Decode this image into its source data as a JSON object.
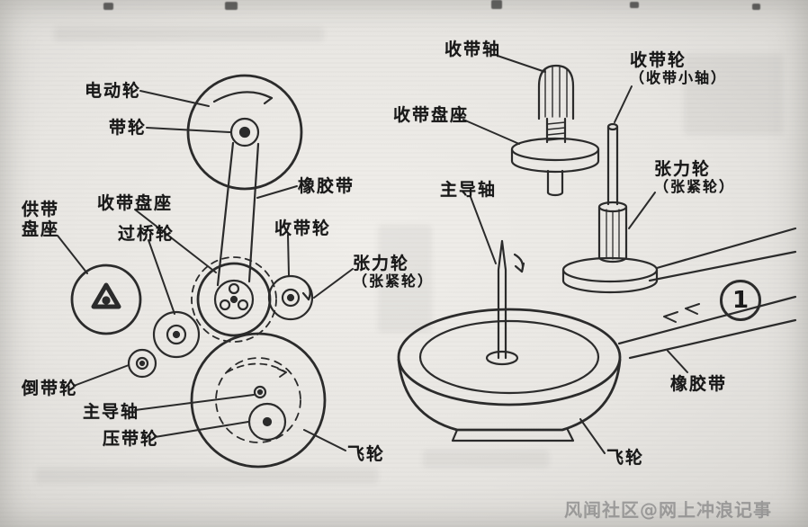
{
  "figure": {
    "number_badge": "1",
    "watermark": "风闻社区@网上冲浪记事"
  },
  "left_diagram": {
    "labels": {
      "motor_wheel": "电动轮",
      "belt_pulley": "带轮",
      "rubber_belt": "橡胶带",
      "supply_reel_seat_line1": "供带",
      "supply_reel_seat_line2": "盘座",
      "takeup_reel_seat": "收带盘座",
      "bridge_wheel": "过桥轮",
      "takeup_wheel": "收带轮",
      "tension_wheel_line1": "张力轮",
      "tension_wheel_line2": "（张紧轮）",
      "rewind_wheel": "倒带轮",
      "capstan": "主导轴",
      "pinch_roller": "压带轮",
      "flywheel": "飞轮"
    }
  },
  "right_diagram": {
    "labels": {
      "takeup_shaft": "收带轴",
      "takeup_reel_seat": "收带盘座",
      "takeup_wheel_line1": "收带轮",
      "takeup_wheel_line2": "（收带小轴）",
      "capstan": "主导轴",
      "tension_wheel_line1": "张力轮",
      "tension_wheel_line2": "（张紧轮）",
      "rubber_belt": "橡胶带",
      "flywheel": "飞轮"
    }
  }
}
